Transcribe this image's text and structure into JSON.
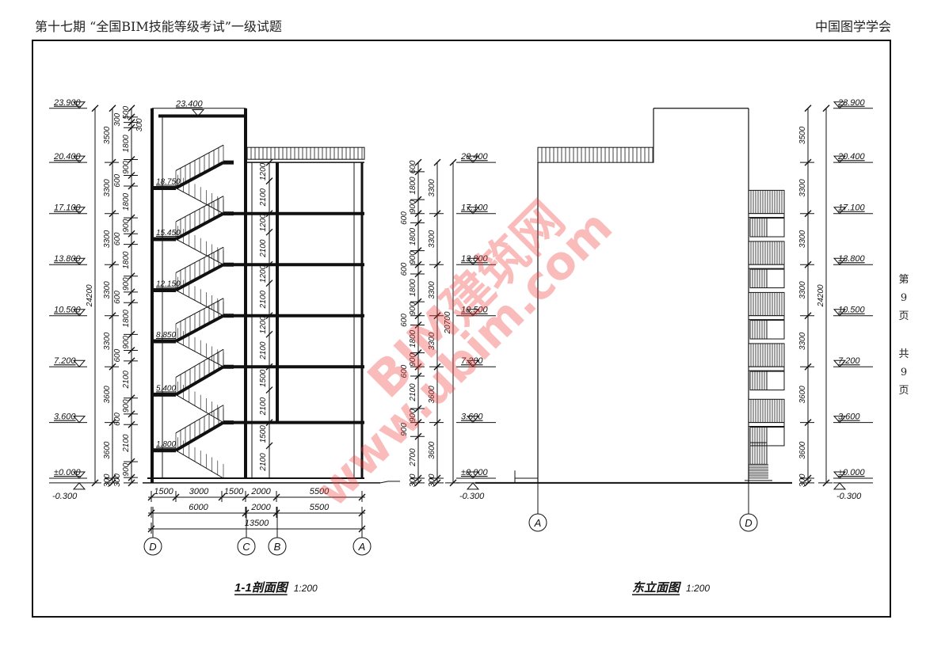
{
  "header": {
    "left": "第十七期 “全国BIM技能等级考试”一级试题",
    "right": "中国图学学会"
  },
  "side_text": {
    "page": [
      "第",
      "9",
      "页"
    ],
    "total": [
      "共",
      "9",
      "页"
    ]
  },
  "section": {
    "title": "1-1剖面图",
    "scale": "1:200",
    "elevations": [
      "23.900",
      "20.400",
      "17.100",
      "13.800",
      "10.500",
      "7.200",
      "3.600",
      "±0.000",
      "-0.300"
    ],
    "roof_label": "23.400",
    "landing_labels": [
      "1.800",
      "5.400",
      "8.850",
      "12.150",
      "15.450",
      "18.750"
    ],
    "total_dim": "24200",
    "floor_dims": [
      "3500",
      "3300",
      "3300",
      "3300",
      "3300",
      "3600",
      "3600",
      "300"
    ],
    "sub_dims": [
      "500",
      "300",
      "300",
      "1800",
      "900",
      "600",
      "1800",
      "900",
      "600",
      "1800",
      "900",
      "600",
      "1800",
      "900",
      "600",
      "2100",
      "900",
      "600",
      "2100",
      "900",
      "300"
    ],
    "inner_dims": [
      "1200",
      "2100",
      "1200",
      "2100",
      "1200",
      "2100",
      "1200",
      "2100",
      "1500",
      "2100",
      "1500",
      "2100"
    ],
    "bottom_dims_1": [
      "1500",
      "3000",
      "1500",
      "2000",
      "5500"
    ],
    "bottom_dims_2": [
      "6000",
      "2000",
      "5500"
    ],
    "bottom_dims_3": [
      "13500"
    ],
    "axes": [
      "D",
      "C",
      "B",
      "A"
    ]
  },
  "elevation": {
    "title": "东立面图",
    "scale": "1:200",
    "elevations_left": [
      "20.400",
      "17.100",
      "13.800",
      "10.500",
      "7.200",
      "3.600",
      "±0.000",
      "-0.300"
    ],
    "sub_dims": [
      "600",
      "1800",
      "900",
      "600",
      "1800",
      "900",
      "600",
      "1800",
      "900",
      "600",
      "1800",
      "900",
      "600",
      "2100",
      "900",
      "900",
      "2700",
      "300"
    ],
    "floor_dims": [
      "3300",
      "3300",
      "3300",
      "3300",
      "3600",
      "3600",
      "300"
    ],
    "total_dim_left": "20700",
    "elevations_right": [
      "23.900",
      "20.400",
      "17.100",
      "13.800",
      "10.500",
      "7.200",
      "3.600",
      "±0.000",
      "-0.300"
    ],
    "floor_dims_right": [
      "3500",
      "3300",
      "3300",
      "3300",
      "3300",
      "3600",
      "3600",
      "300"
    ],
    "total_dim_right": "24200",
    "axes": [
      "A",
      "D"
    ]
  },
  "watermark": [
    "BIM建筑网",
    "www.ubim.com"
  ],
  "colors": {
    "line": "#111111",
    "watermark": "#f03c3c"
  }
}
